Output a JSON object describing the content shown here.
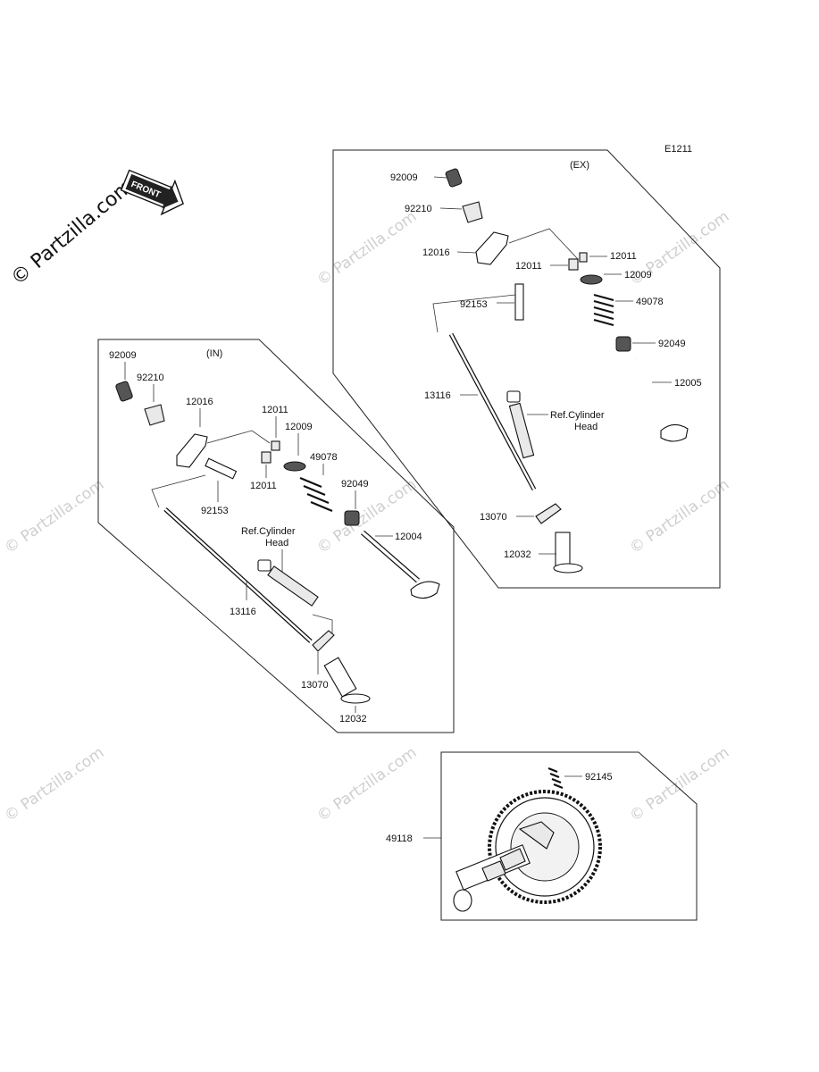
{
  "diagram_code": "E1211",
  "watermark_logo": "© Partzilla.com",
  "watermark_repeat": "© Partzilla.com",
  "front_badge": "FRONT",
  "exhaust": {
    "section_label": "(EX)",
    "ref_label_line1": "Ref.Cylinder",
    "ref_label_line2": "Head",
    "parts": [
      "92009",
      "92210",
      "12016",
      "12011",
      "12011",
      "12009",
      "92153",
      "49078",
      "92049",
      "13116",
      "12005",
      "13070",
      "12032"
    ]
  },
  "intake": {
    "section_label": "(IN)",
    "ref_label_line1": "Ref.Cylinder",
    "ref_label_line2": "Head",
    "parts": [
      "92009",
      "92210",
      "12016",
      "12011",
      "12009",
      "12011",
      "49078",
      "92049",
      "92153",
      "12004",
      "13116",
      "13070",
      "12032"
    ]
  },
  "camshaft": {
    "parts": [
      "92145",
      "49118"
    ]
  }
}
